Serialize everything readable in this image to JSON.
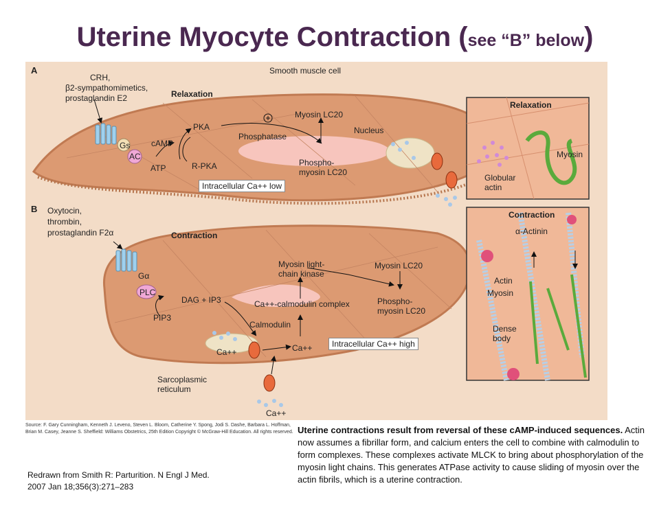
{
  "title": {
    "main": "Uterine Myocyte Contraction (",
    "sub": "see “B” below",
    "close": ")"
  },
  "panelA": {
    "letter": "A",
    "cell_label": "Smooth muscle cell",
    "agonist_line1": "CRH,",
    "agonist_line2": "β2-sympathomimetics,",
    "agonist_line3": "prostaglandin E2",
    "state": "Relaxation",
    "gs": "Gs",
    "ac": "AC",
    "atp": "ATP",
    "camp": "cAMP",
    "pka": "PKA",
    "rpka": "R-PKA",
    "plus": "+",
    "phosphatase": "Phosphatase",
    "myosin_lc20": "Myosin LC20",
    "phospho_lc20": "Phospho-\nmyosin LC20",
    "nucleus": "Nucleus",
    "ca_low": "Intracellular Ca++ low",
    "inset_title": "Relaxation",
    "inset_myosin": "Myosin",
    "inset_actin": "Globular\nactin"
  },
  "panelB": {
    "letter": "B",
    "agonist_line1": "Oxytocin,",
    "agonist_line2": "thrombin,",
    "agonist_line3": "prostaglandin F2α",
    "state": "Contraction",
    "ga": "Gα",
    "plc": "PLC",
    "pip3": "PIP3",
    "dag": "DAG + IP3",
    "mlck": "Myosin light-\nchain kinase",
    "myosin_lc20": "Myosin LC20",
    "phospho_lc20": "Phospho-\nmyosin LC20",
    "complex": "Ca++-calmodulin complex",
    "calmodulin": "Calmodulin",
    "ca1": "Ca++",
    "ca2": "Ca++",
    "ca3": "Ca++",
    "ca_high": "Intracellular Ca++ high",
    "sr": "Sarcoplasmic\nreticulum",
    "inset_title": "Contraction",
    "inset_actinin": "α-Actinin",
    "inset_actin": "Actin",
    "inset_myosin": "Myosin",
    "inset_dense": "Dense\nbody"
  },
  "source": "Source: F. Gary Cunningham, Kenneth J. Leveno, Steven L. Bloom, Catherine Y. Spong, Jodi S. Dashe, Barbara L. Hoffman, Brian M. Casey, Jeanne S. Sheffield: Williams Obstetrics, 25th Edition Copyright © McGraw-Hill Education.  All rights reserved.",
  "redrawn_line1": "Redrawn from Smith R: Parturition. N Engl J Med.",
  "redrawn_line2": "2007 Jan 18;356(3):271–283",
  "caption_bold": "Uterine contractions result from reversal of these cAMP-induced sequences.",
  "caption_rest": " Actin now assumes a fibrillar form, and calcium enters the cell to combine with calmodulin to form complexes. These complexes activate MLCK to bring about phosphorylation of the myosin light chains. This generates ATPase activity to cause sliding of myosin over the actin fibrils, which is a uterine contraction.",
  "colors": {
    "title": "#4a2850",
    "panel_bg": "#f3dcc7",
    "cell": "#e0a17a",
    "cell_edge": "#c97e55",
    "pink": "#f7c8c0",
    "myosin_green": "#4a9a3a"
  }
}
